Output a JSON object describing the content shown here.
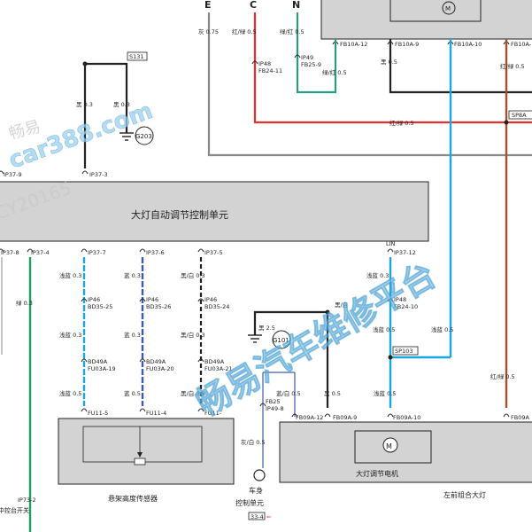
{
  "colors": {
    "blue_wire": "#1aa6de",
    "dark_blue_wire": "#3a5fa8",
    "red_wire": "#e53030",
    "green_wire": "#1aa05a",
    "teal_wire": "#2a9a80",
    "brown_wire": "#a0522d",
    "black_wire": "#222222",
    "grey_wire": "#888888",
    "box_fill": "#d3d3d3",
    "watermark": "#9dd0ee"
  },
  "header": {
    "e": "E",
    "c": "C",
    "n": "N"
  },
  "top_left": {
    "gray_wire": "灰  0.75",
    "red_green": "红/绿  0.5",
    "green_red": "绿/红  0.5",
    "ip48": "IP48",
    "fb24_11": "FB24-11",
    "ip49": "IP49",
    "fb25_9": "FB25-9",
    "green_red2": "绿/红  0.5",
    "fb10a_12": "FB10A-12"
  },
  "top_right": {
    "fb10a_9": "FB10A-9",
    "fb10a_10": "FB10A-10",
    "fb10a_r": "FB10A-",
    "black_03": "黑  0.5",
    "red_green_03": "红/绿  0.5",
    "red_green_05": "红/绿  0.5",
    "sp_right": "SP8A",
    "motor_top": "M"
  },
  "ground_top": {
    "s131": "S131",
    "black1": "黑  0.3",
    "black2": "黑  0.3",
    "g203": "G203",
    "ip37_9": "IP37-9",
    "ip37_3": "IP37-3"
  },
  "control_unit": {
    "title": "大灯自动调节控制单元"
  },
  "control_pins": {
    "ip37_8": "IP37-8",
    "ip37_4": "IP37-4",
    "ip37_7": "IP37-7",
    "ip37_6": "IP37-6",
    "ip37_5": "IP37-5",
    "lin": "LIN",
    "ip37_12": "IP37-12"
  },
  "left_column": {
    "lvc": "绿  0.3",
    "ip73_2": "IP73-2",
    "switch_label": "中控台开关"
  },
  "sensor_wires": {
    "w1": [
      "浅蓝  0.3",
      "IP46",
      "BD35-25",
      "浅蓝  0.3",
      "BD49A",
      "FU03A-19",
      "浅蓝  0.5",
      "FU11-5"
    ],
    "w2": [
      "蓝  0.3",
      "IP46",
      "BD35-26",
      "蓝  0.3",
      "BD49A",
      "FU03A-20",
      "蓝  0.5",
      "FU11-4"
    ],
    "w3": [
      "黑/白  0.3",
      "IP46",
      "BD35-24",
      "黑/白  0.3",
      "BD49A",
      "FU03A-21",
      "黑/白  0.5",
      "FU11-"
    ]
  },
  "sensor": {
    "label": "悬架高度传感器"
  },
  "ground_mid": {
    "black_25": "黑  2.5",
    "g101": "G101",
    "fb25": "FB25",
    "ip49_8": "IP49-8",
    "white_black": "蓝/白  0.5",
    "black_05": "黑  0.5",
    "grey_white": "灰/白  0.5",
    "lbl_black": "黑/白"
  },
  "body_ctrl": {
    "line1": "车身",
    "line2": "控制单元",
    "ref": "33-4"
  },
  "lin_col": {
    "blue_03": "浅蓝  0.3",
    "ip48": "IP48",
    "fb24_10": "FB24-10",
    "blue_05": "浅蓝  0.5",
    "blue_05b": "浅蓝  0.5",
    "sp103": "SP103",
    "blue_05c": "浅蓝  0.5"
  },
  "motor_box": {
    "fb09a_12": "FB09A-12",
    "fb09a_9": "FB09A-9",
    "fb09a_10": "FB09A-10",
    "fb09a_r": "FB09A",
    "red_green": "红/绿  0.5",
    "motor_symbol": "M",
    "motor_label": "大灯调节电机",
    "box_label": "左前组合大灯"
  },
  "red_wire_label": "红/绿  0.5",
  "watermark": {
    "a": "畅易",
    "b": "car388.com",
    "c": "CY20165",
    "d": "畅易汽车维修平台"
  }
}
